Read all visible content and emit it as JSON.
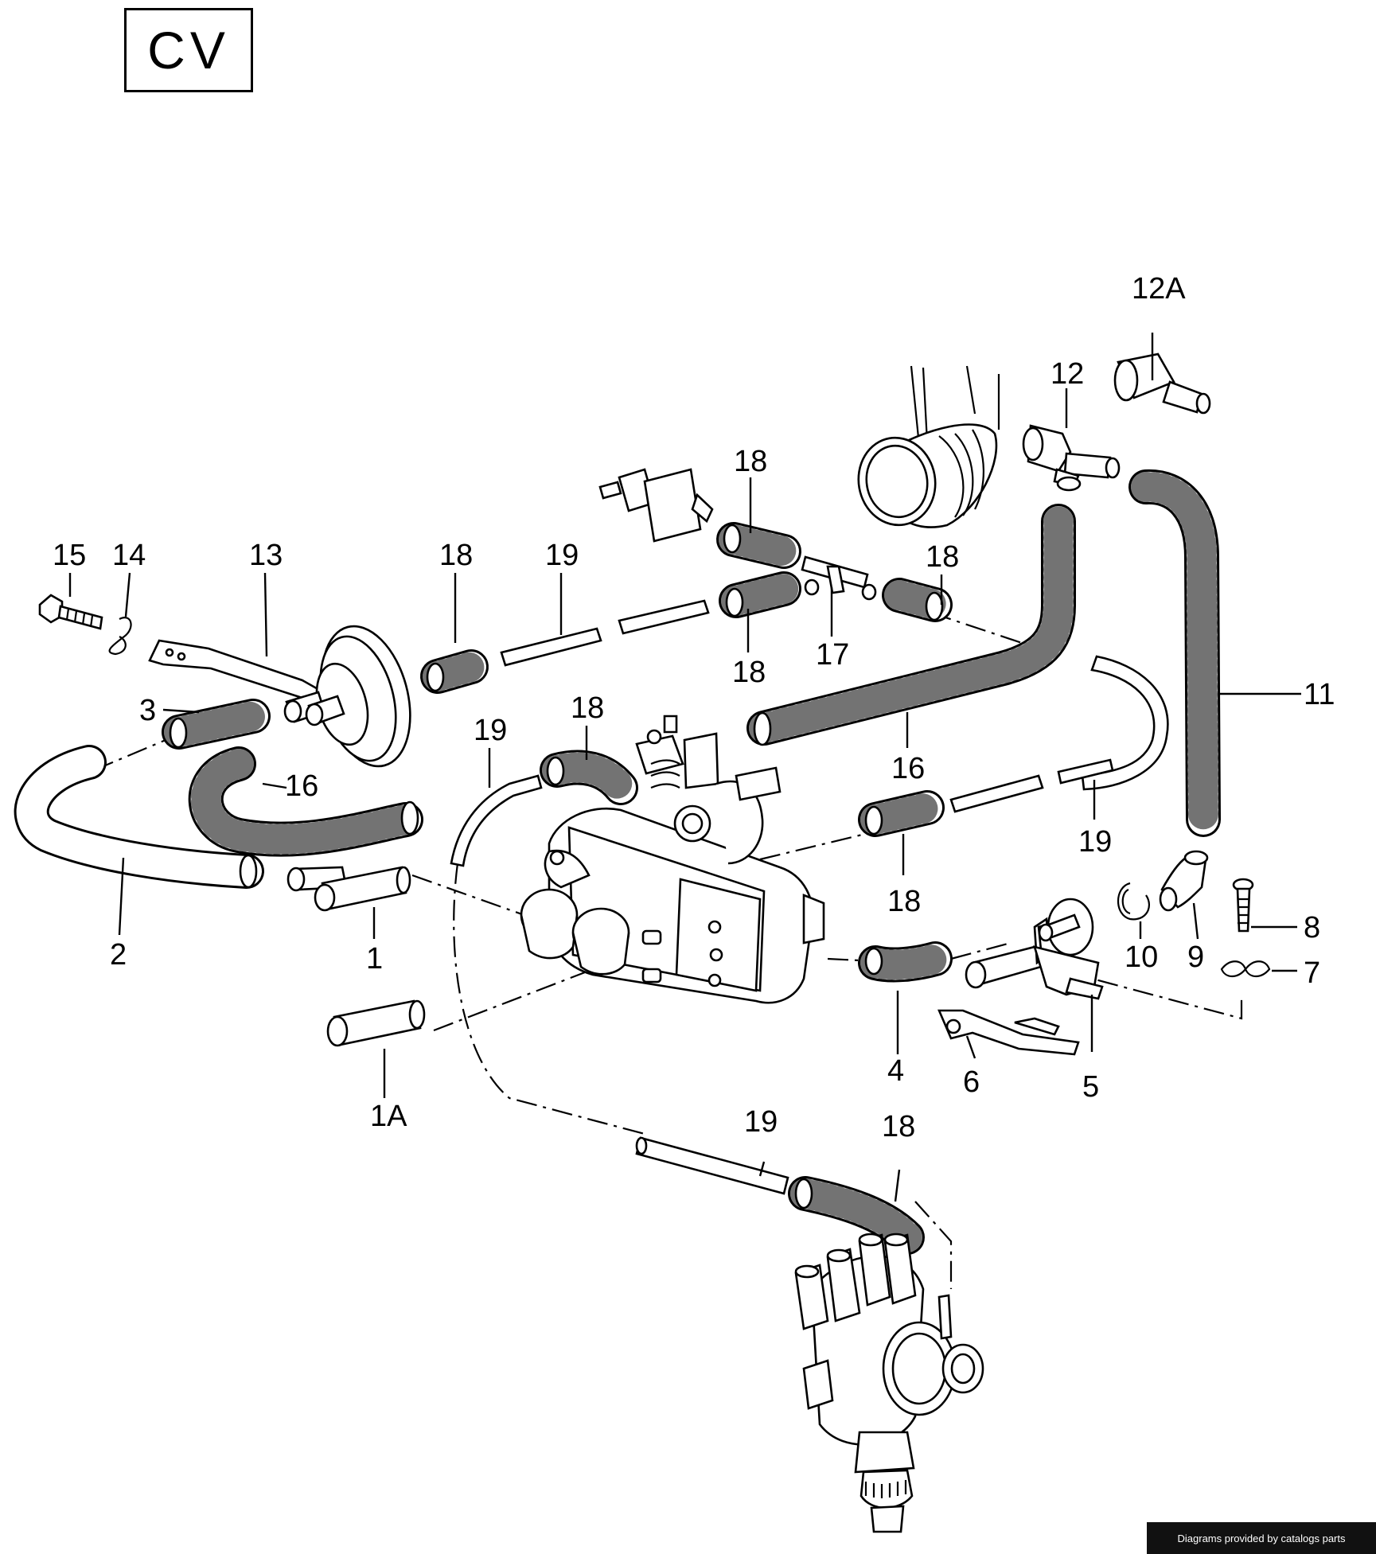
{
  "diagram": {
    "code": "CV",
    "footer": "Diagrams provided by catalogs parts",
    "labels": {
      "p1": "1",
      "p1a": "1A",
      "p2": "2",
      "p3": "3",
      "p4": "4",
      "p5": "5",
      "p6": "6",
      "p7": "7",
      "p8": "8",
      "p9": "9",
      "p10": "10",
      "p11": "11",
      "p12": "12",
      "p12a": "12A",
      "p13": "13",
      "p14": "14",
      "p15": "15",
      "p16": "16",
      "p17": "17",
      "p18": "18",
      "p19": "19"
    }
  }
}
